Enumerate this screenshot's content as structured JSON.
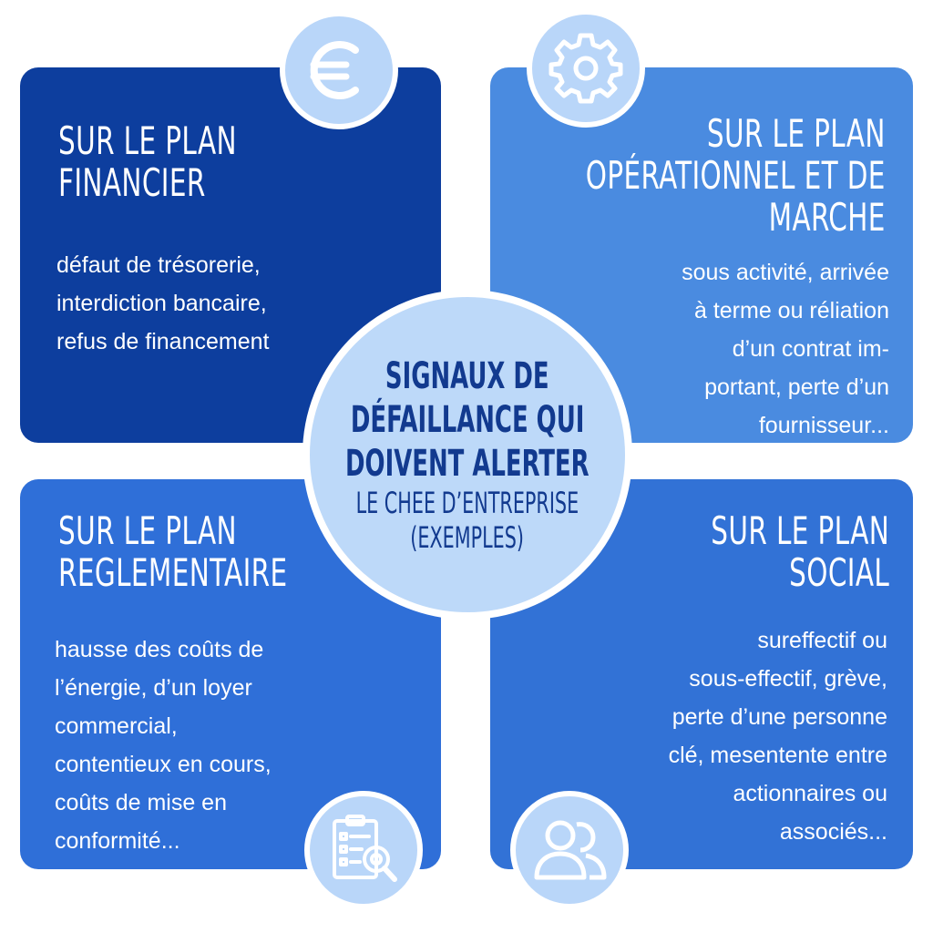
{
  "center": {
    "lines": [
      "SIGNAUX DE",
      "DÉFAILLANCE QUI",
      "DOIVENT ALERTER",
      "LE CHEE D’ENTREPRISE",
      "(EXEMPLES)"
    ]
  },
  "quadrants": {
    "financier": {
      "heading": [
        "SUR LE PLAN",
        "FINANCIER"
      ],
      "body": [
        "défaut de trésorerie,",
        "interdiction bancaire,",
        "refus de financement"
      ],
      "icon": "euro-icon"
    },
    "operationnel": {
      "heading": [
        "SUR LE PLAN",
        "OPÉRATIONNEL ET DE",
        "MARCHE"
      ],
      "body": [
        "sous activité, arrivée",
        "à terme ou réliation",
        "d’un contrat im-",
        "portant, perte d’un",
        "fournisseur..."
      ],
      "icon": "gear-icon"
    },
    "reglementaire": {
      "heading": [
        "SUR LE PLAN",
        "REGLEMENTAIRE"
      ],
      "body": [
        "hausse des coûts de",
        "l’énergie, d’un loyer",
        "commercial,",
        "contentieux en cours,",
        "coûts de mise en",
        "conformité..."
      ],
      "icon": "document-search-icon"
    },
    "social": {
      "heading": [
        "SUR LE PLAN",
        "SOCIAL"
      ],
      "body": [
        "sureffectif ou",
        "sous-effectif, grève,",
        "perte d’une personne",
        "clé, mesentente entre",
        "actionnaires ou",
        "associés..."
      ],
      "icon": "people-icon"
    }
  },
  "colors": {
    "card_financier": "#0d3e9e",
    "card_operationnel": "#4a8be0",
    "card_reglementaire": "#2f6fd8",
    "card_social": "#3272d6",
    "circle_fill": "#bdd9f9",
    "center_text": "#123a8f"
  }
}
